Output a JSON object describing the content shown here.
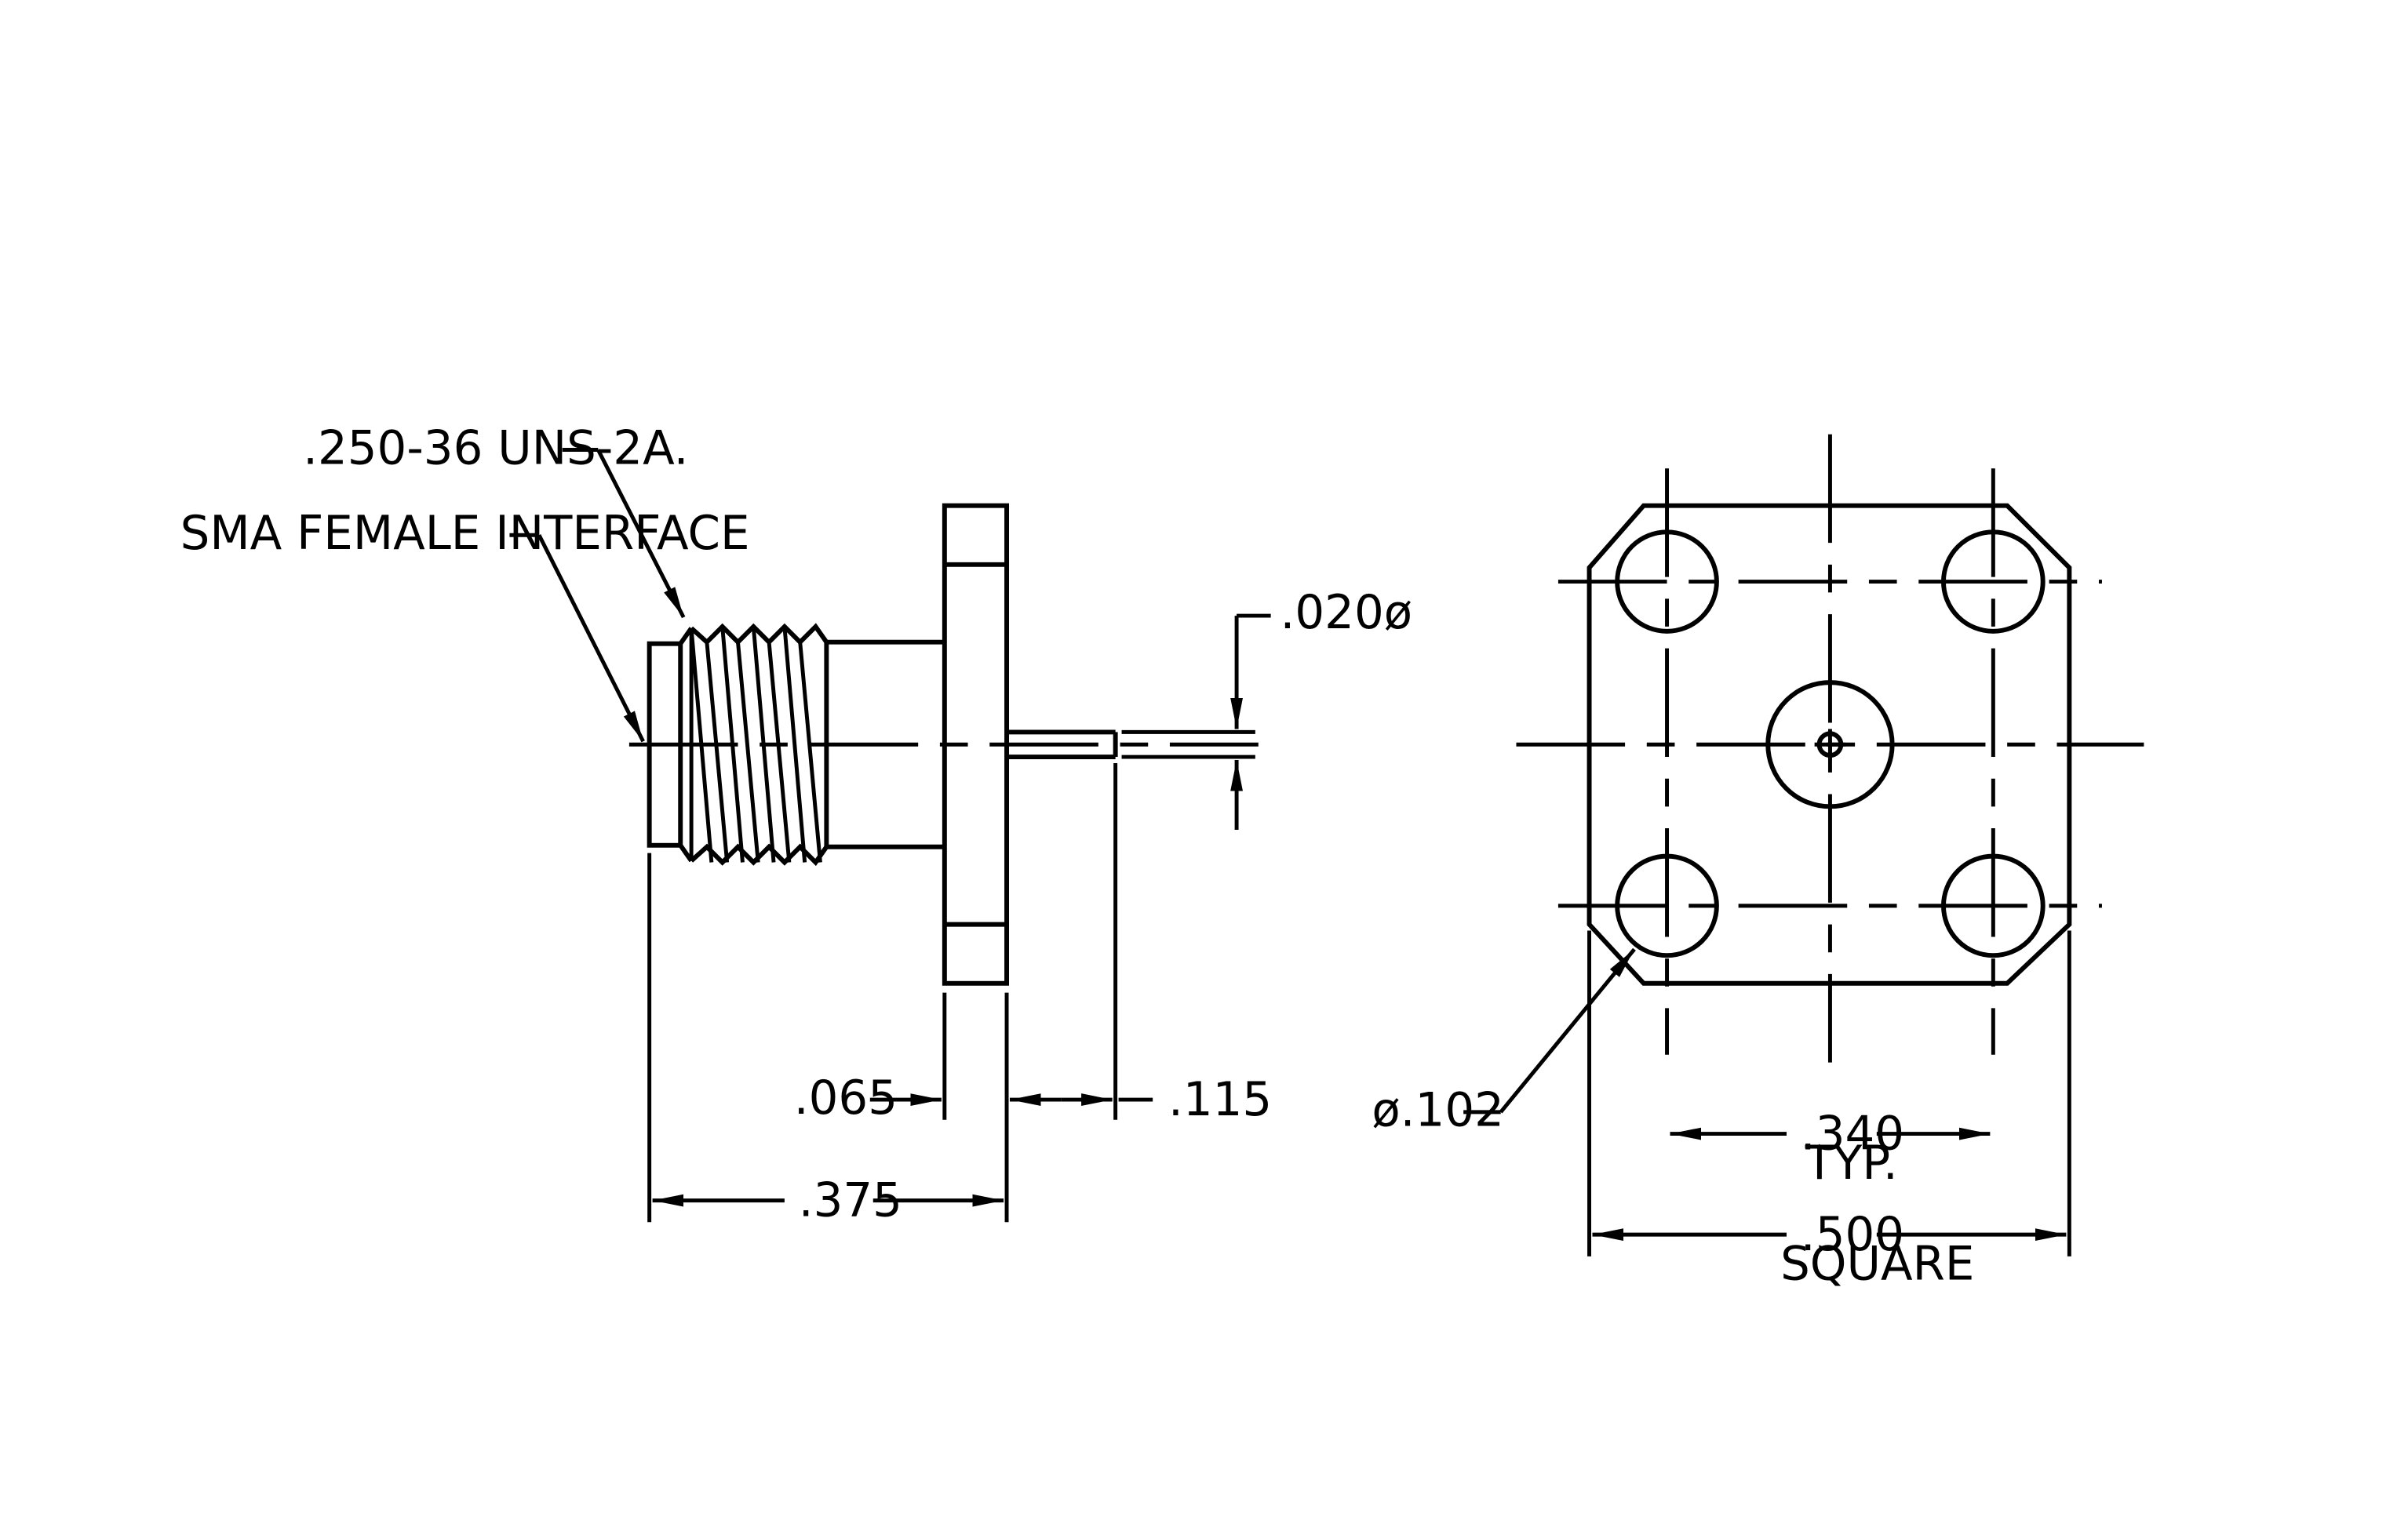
{
  "side_view": {
    "thread_callout": ".250-36 UNS-2A.",
    "interface_callout": "SMA FEMALE INTERFACE",
    "pin_diameter": ".020ø",
    "flange_thickness": ".065",
    "pin_length": ".115",
    "overall_length": ".375"
  },
  "front_view": {
    "hole_diameter": "ø.102",
    "hole_spacing": ".340",
    "hole_spacing_note": "TYP.",
    "flange_size": ".500",
    "flange_size_note": "SQUARE"
  }
}
